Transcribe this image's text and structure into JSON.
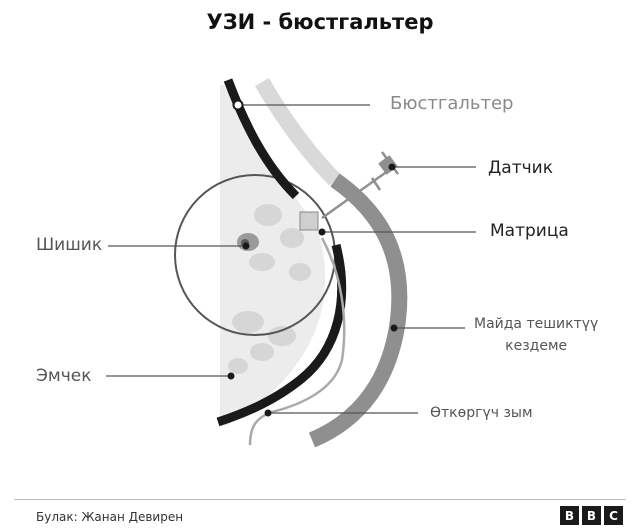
{
  "title": "УЗИ - бюстгальтер",
  "labels": {
    "bra": "Бюстгальтер",
    "sensor": "Датчик",
    "matrix": "Матрица",
    "tumor": "Шишик",
    "fabric_line1": "Майда тешиктүү",
    "fabric_line2": "кездеме",
    "nipple": "Эмчек",
    "wire": "Өткөргүч зым"
  },
  "source": "Булак: Жанан Девирен",
  "logo": {
    "letters": [
      "B",
      "B",
      "C"
    ]
  },
  "colors": {
    "bra": "#d9d9d9",
    "fabric": "#8f8f8f",
    "skin": "#1a1a1a",
    "breast_fill": "#ececec",
    "leader": "#555555"
  }
}
